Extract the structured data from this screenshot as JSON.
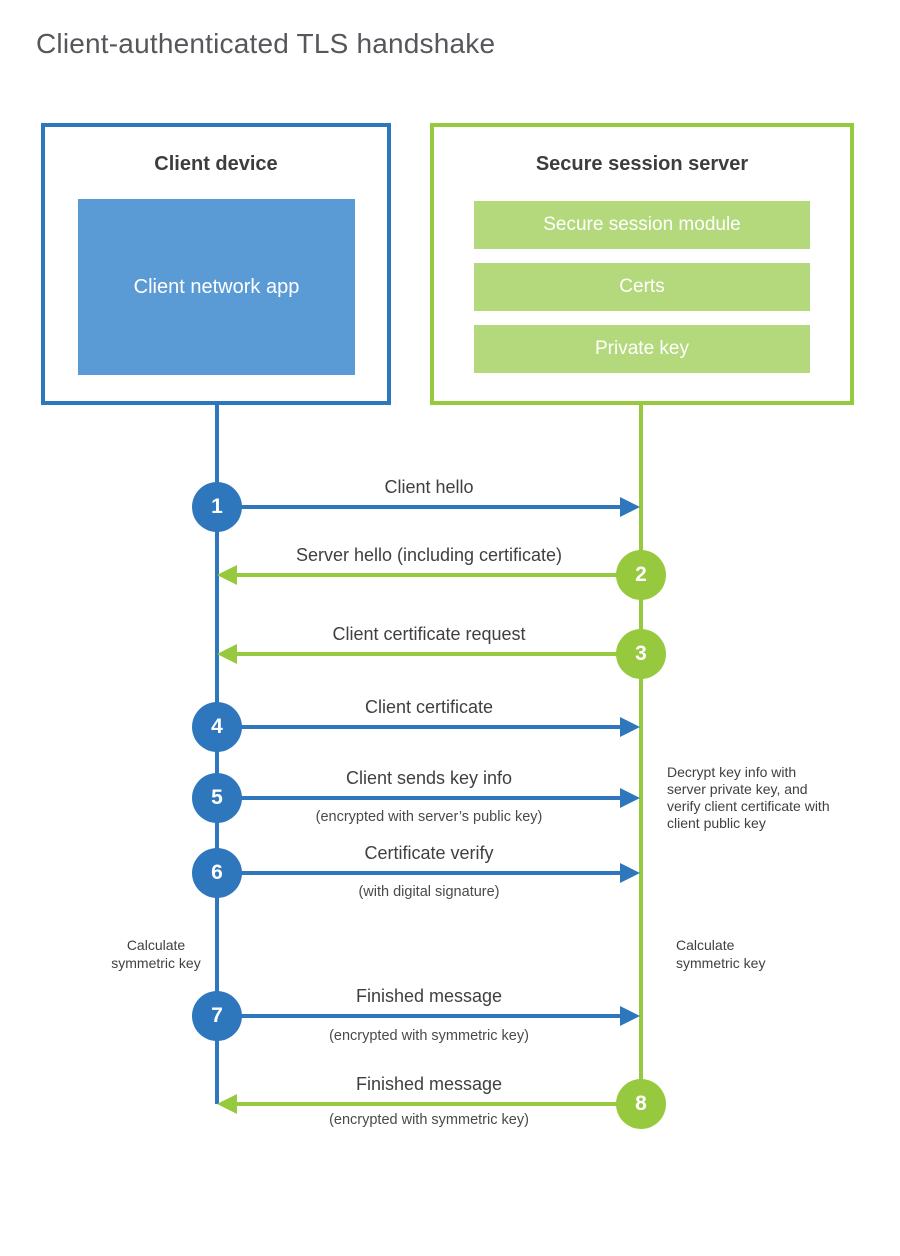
{
  "title": "Client-authenticated TLS handshake",
  "colors": {
    "blue": "#2e77bd",
    "blue_light": "#5b9bd5",
    "green": "#97c93f",
    "green_light": "#b4d97c",
    "label_text": "#404040",
    "title_text": "#56575b"
  },
  "client_box": {
    "title": "Client device",
    "app_label": "Client network app"
  },
  "server_box": {
    "title": "Secure session server",
    "modules": [
      "Secure session module",
      "Certs",
      "Private key"
    ]
  },
  "messages": [
    {
      "num": "1",
      "label": "Client hello",
      "direction": "right",
      "color": "blue"
    },
    {
      "num": "2",
      "label": "Server hello (including certificate)",
      "direction": "left",
      "color": "green"
    },
    {
      "num": "3",
      "label": "Client certificate request",
      "direction": "left",
      "color": "green"
    },
    {
      "num": "4",
      "label": "Client certificate",
      "direction": "right",
      "color": "blue"
    },
    {
      "num": "5",
      "label": "Client sends key info",
      "sub": "(encrypted with server’s public key)",
      "direction": "right",
      "color": "blue"
    },
    {
      "num": "6",
      "label": "Certificate verify",
      "sub": "(with digital signature)",
      "direction": "right",
      "color": "blue"
    },
    {
      "num": "7",
      "label": "Finished message",
      "sub": "(encrypted with symmetric key)",
      "direction": "right",
      "color": "blue"
    },
    {
      "num": "8",
      "label": "Finished message",
      "sub": "(encrypted with symmetric key)",
      "direction": "left",
      "color": "green"
    }
  ],
  "annotations": {
    "server_note": "Decrypt key info with server private key, and verify client certificate with client public key",
    "calc_left": "Calculate symmetric key",
    "calc_right": "Calculate symmetric key"
  }
}
